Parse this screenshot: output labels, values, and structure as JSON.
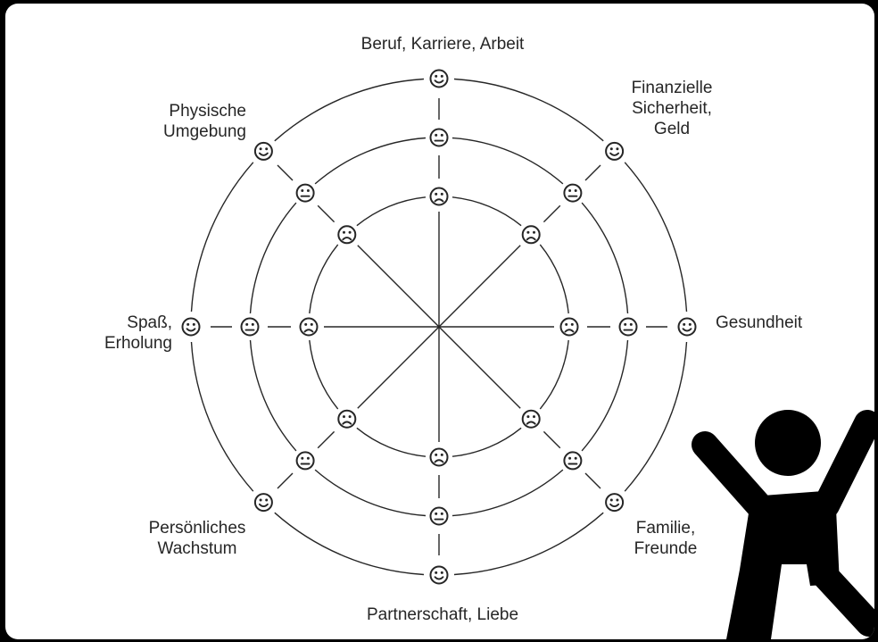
{
  "diagram": {
    "categories": [
      {
        "lines": [
          "Beruf, Karriere, Arbeit"
        ]
      },
      {
        "lines": [
          "Finanzielle",
          "Sicherheit,",
          "Geld"
        ]
      },
      {
        "lines": [
          "Gesundheit"
        ]
      },
      {
        "lines": [
          "Familie,",
          "Freunde"
        ]
      },
      {
        "lines": [
          "Partnerschaft, Liebe"
        ]
      },
      {
        "lines": [
          "Persönliches",
          "Wachstum"
        ]
      },
      {
        "lines": [
          "Spaß,",
          "Erholung"
        ]
      },
      {
        "lines": [
          "Physische",
          "Umgebung"
        ]
      }
    ],
    "levels": [
      "sad-face-icon",
      "neutral-face-icon",
      "happy-face-icon"
    ]
  },
  "colors": {
    "background": "#000000",
    "card": "#ffffff",
    "ink": "#262626"
  }
}
